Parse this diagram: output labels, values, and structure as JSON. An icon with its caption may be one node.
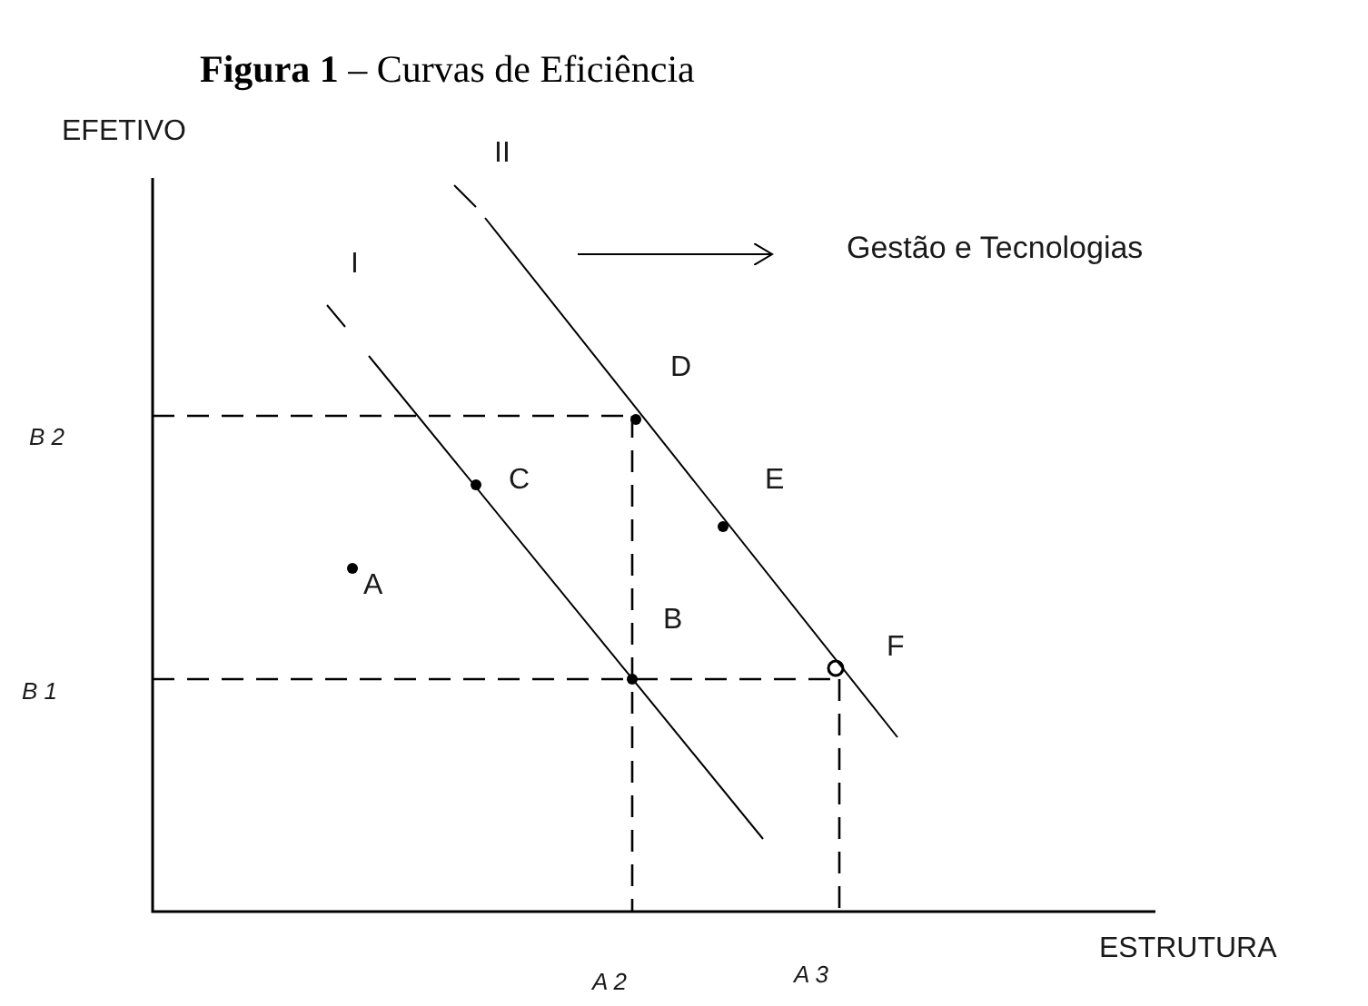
{
  "diagram": {
    "title": "**Figura 1** – Curvas de Eficiência",
    "labels": [
      "EFETIVO",
      "II",
      "Gestão e Tecnologias",
      "I",
      "D",
      "B 2",
      "C",
      "E",
      "A",
      "B",
      "F",
      "B 1",
      "ESTRUTURA",
      "A 2",
      "A 3"
    ]
  }
}
